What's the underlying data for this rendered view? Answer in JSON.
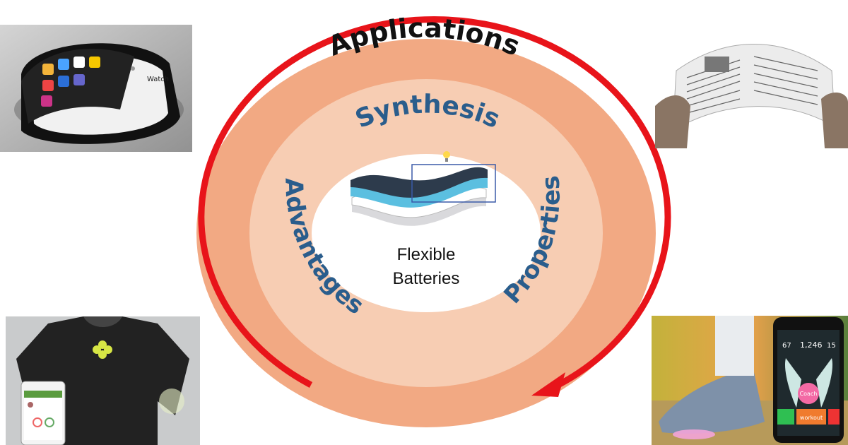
{
  "diagram": {
    "outer_label": "Applications",
    "middle_top_label": "Synthesis",
    "middle_left_label": "Advantages",
    "middle_right_label": "Properties",
    "center_label_line1": "Flexible",
    "center_label_line2": "Batteries"
  },
  "photos": {
    "watch_text": "Watch",
    "shoe_app": {
      "stat_left": "67",
      "stat_mid": "1,246",
      "stat_right": "15",
      "coach_label": "Coach",
      "workout_label": "workout"
    }
  },
  "colors": {
    "outer_ring": "#f0a87c",
    "inner_ring": "#f8cdb1",
    "arrow": "#e8141a",
    "label_blue": "#2a5d8c",
    "label_black": "#111111"
  }
}
